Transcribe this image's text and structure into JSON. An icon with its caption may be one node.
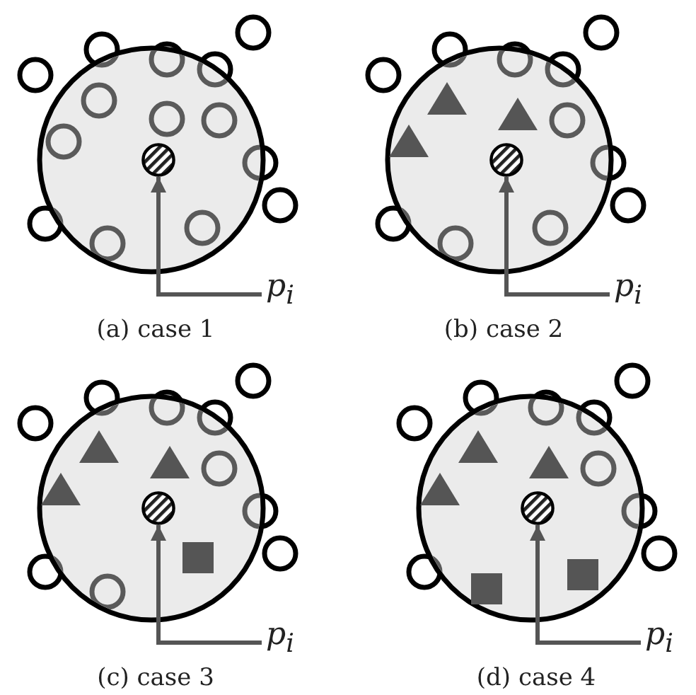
{
  "diagram": {
    "nodes": [
      {
        "text": [],
        "shape": "circle"
      },
      {
        "text": [
          "p$_{i}$"
        ]
      },
      {
        "text": [],
        "shape": "circle"
      },
      {
        "text": [
          "p$_{i}$"
        ]
      },
      {
        "text": [],
        "shape": "circle"
      },
      {
        "text": [
          "p$_{i}$"
        ]
      },
      {
        "text": [],
        "shape": "circle"
      },
      {
        "text": [
          "p$_{i}$"
        ]
      }
    ],
    "edges": [
      {
        "from": 1,
        "to": 0,
        "arrow": "to"
      },
      {
        "from": 3,
        "to": 2,
        "arrow": "to"
      },
      {
        "from": 5,
        "to": 4,
        "arrow": "to"
      },
      {
        "from": 7,
        "to": 6,
        "arrow": "to"
      }
    ],
    "labels": [
      "(a) case 1",
      "(b) case 2",
      "(c) case 3",
      "(d) case 4"
    ]
  }
}
